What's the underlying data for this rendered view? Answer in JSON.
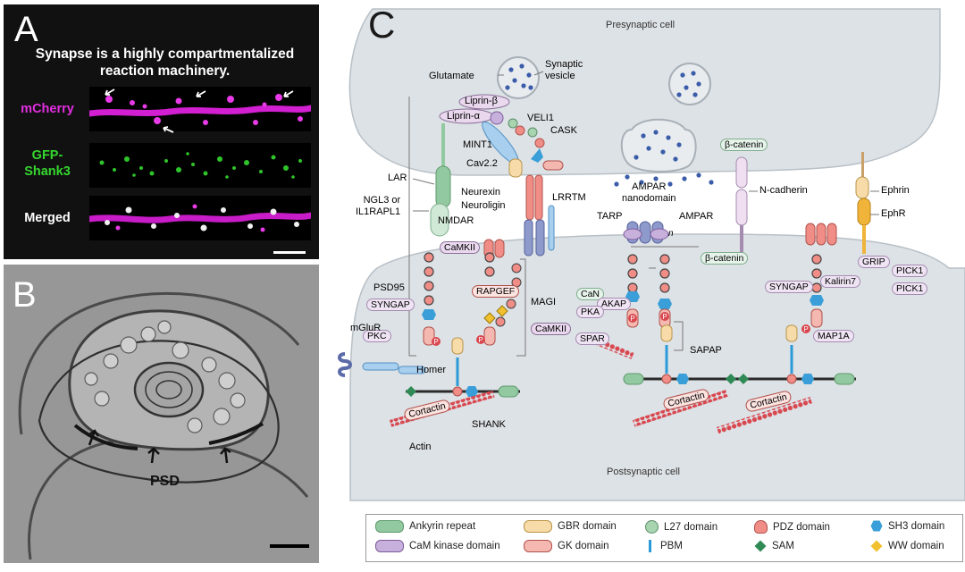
{
  "panelA": {
    "label": "A",
    "caption_line1": "Synapse is a highly compartmentalized",
    "caption_line2": "reaction machinery.",
    "rows": [
      {
        "label_line1": "mCherry",
        "label_line2": "",
        "color": "#e22ee0"
      },
      {
        "label_line1": "GFP-",
        "label_line2": "Shank3",
        "color": "#35d62e"
      },
      {
        "label_line1": "Merged",
        "label_line2": "",
        "color": "#ffffff"
      }
    ]
  },
  "panelB": {
    "label": "B",
    "psd_label": "PSD"
  },
  "panelC": {
    "label": "C",
    "presynaptic": "Presynaptic cell",
    "postsynaptic": "Postsynaptic cell",
    "labels": {
      "glutamate": "Glutamate",
      "synaptic_vesicle_1": "Synaptic",
      "synaptic_vesicle_2": "vesicle",
      "liprin_beta": "Liprin-β",
      "liprin_alpha": "Liprin-α",
      "veli1": "VELI1",
      "cask": "CASK",
      "mint1": "MINT1",
      "cav22": "Cav2.2",
      "lar": "LAR",
      "ngl3_1": "NGL3 or",
      "ngl3_2": "IL1RAPL1",
      "neurexin": "Neurexin",
      "neuroligin": "Neuroligin",
      "lrrtm": "LRRTM",
      "nmdar": "NMDAR",
      "camkii_top": "CaMKII",
      "ampar_nano_1": "AMPAR",
      "ampar_nano_2": "nanodomain",
      "tarp": "TARP",
      "ampar": "AMPAR",
      "n_label": "n",
      "beta_catenin_top": "β-catenin",
      "n_cadherin": "N-cadherin",
      "beta_catenin_bottom": "β-catenin",
      "ephrin": "Ephrin",
      "ephr": "EphR",
      "grip": "GRIP",
      "pick1_a": "PICK1",
      "pick1_b": "PICK1",
      "psd95": "PSD95",
      "syngap_left": "SYNGAP",
      "rapgef": "RAPGEF",
      "magi": "MAGI",
      "can": "CaN",
      "akap": "AKAP",
      "pka": "PKA",
      "camkii_right": "CaMKII",
      "pkc": "PKC",
      "mglur": "mGluR",
      "homer": "Homer",
      "spar": "SPAR",
      "sapap": "SAPAP",
      "syngap_right": "SYNGAP",
      "kalirin7": "Kalirin7",
      "map1a": "MAP1A",
      "cortactin_left": "Cortactin",
      "cortactin_mid": "Cortactin",
      "cortactin_right": "Cortactin",
      "shank": "SHANK",
      "actin": "Actin",
      "p": "P"
    }
  },
  "legend": [
    {
      "label": "Ankyrin repeat",
      "shape": "pill",
      "color": "#93c9a1"
    },
    {
      "label": "GBR domain",
      "shape": "pill",
      "color": "#f7dcaa"
    },
    {
      "label": "L27 domain",
      "shape": "circle",
      "color": "#a8d4b0"
    },
    {
      "label": "PDZ domain",
      "shape": "pdz",
      "color": "#ef8d86"
    },
    {
      "label": "SH3 domain",
      "shape": "hexagon",
      "color": "#3a9fd8"
    },
    {
      "label": "CaM kinase domain",
      "shape": "pill",
      "color": "#c7b0dc"
    },
    {
      "label": "GK domain",
      "shape": "pill",
      "color": "#f4b8b0"
    },
    {
      "label": "PBM",
      "shape": "bar",
      "color": "#2a9ad8"
    },
    {
      "label": "SAM",
      "shape": "diamond",
      "color": "#2f8a56"
    },
    {
      "label": "WW domain",
      "shape": "diamond",
      "color": "#f0c02e"
    }
  ]
}
